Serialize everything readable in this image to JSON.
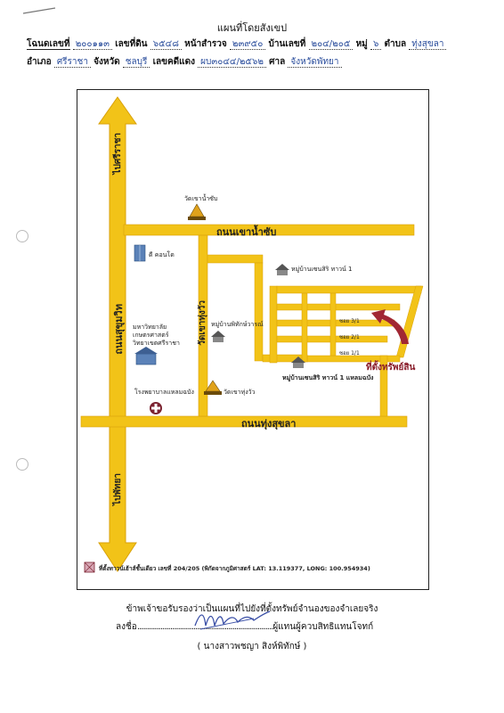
{
  "title": "แผนที่โดยสังเขป",
  "header": {
    "deed_label": "โฉนดเลขที่",
    "deed_value": "๒๐๐๑๑๓",
    "land_no_label": "เลขที่ดิน",
    "land_no_value": "๖๕๔๘",
    "survey_label": "หน้าสำรวจ",
    "survey_value": "๒๓๙๕๐",
    "house_no_label": "บ้านเลขที่",
    "house_no_value": "๒๐๔/๒๐๕",
    "moo_label": "หมู่",
    "moo_value": "๖",
    "tambon_label": "ตำบล",
    "tambon_value": "ทุ่งสุขลา",
    "amphoe_label": "อำเภอ",
    "amphoe_value": "ศรีราชา",
    "province_label": "จังหวัด",
    "province_value": "ชลบุรี",
    "red_case_label": "เลขคดีแดง",
    "red_case_value": "ผบ๓๐๔๔/๒๕๖๒",
    "court_label": "ศาล",
    "court_value": "จังหวัดพัทยา"
  },
  "map": {
    "road_top": "ถนนเขาน้ำซับ",
    "road_bottom": "ถนนทุ่งสุขลา",
    "road_main": "ถนนสุขุมวิท",
    "road_mid": "วัดเขาทุ่งวัว",
    "to_sriracha": "ไปศรีราชา",
    "to_pattaya": "ไปพัทยา",
    "temple_top": "วัดเขาน้ำซับ",
    "citizen": "ดี คอนโด",
    "university": "มหาวิทยาลัยเกษตรศาสตร์ วิทยาเขตศรีราชา",
    "hospital": "โรงพยาบาลแหลมฉบัง",
    "village_pitak": "หมู่บ้านพิทักษ์วารณ์",
    "village_top": "หมู่บ้านเซนสิริ ทาวน์ 1",
    "village_bottom": "หมู่บ้านเซนสิริ ทาวน์ 1 แหลมฉบัง",
    "temple_bottom": "วัดเขาทุ่งวัว",
    "soi_1": "ซอย 3/1",
    "soi_2": "ซอย 2/1",
    "soi_3": "ซอย 1/1",
    "property": "ที่ตั้งทรัพย์สิน",
    "coords": "ที่ตั้งทาวน์เฮ้าส์ชั้นเดียว เลขที่ 204/205 (พิกัดจากภูมิศาสตร์ LAT: 13.119377, LONG: 100.954934)"
  },
  "footer": {
    "certify": "ข้าพเจ้าขอรับรองว่าเป็นแผนที่ไปยังที่ตั้งทรัพย์จำนองของจำเลยจริง",
    "sign_label": "ลงชื่อ",
    "dots": "......................................................................",
    "role": "ผู้แทนผู้ควบสิทธิแทนโจทก์",
    "name": "( นางสาวพชญา สิงห์พิทักษ์ )"
  },
  "colors": {
    "road_yellow": "#f2c318",
    "road_edge": "#d9a10a",
    "arrow_red": "#a12733",
    "value_blue": "#2a4d9c"
  }
}
